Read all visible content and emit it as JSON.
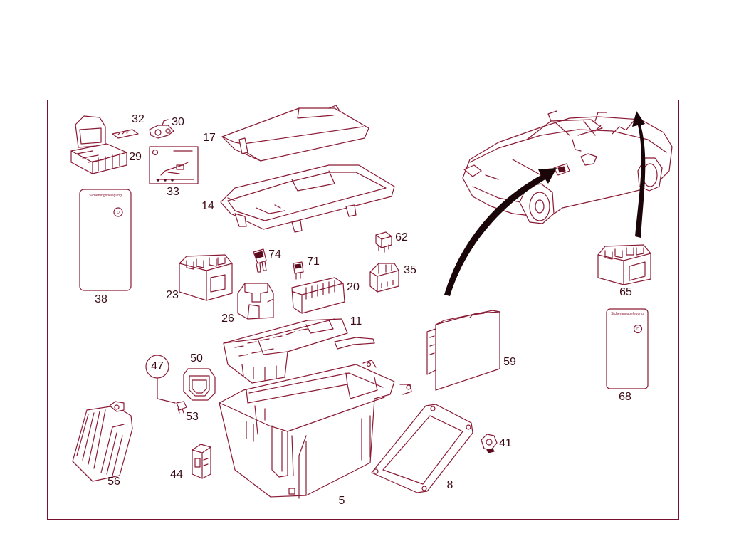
{
  "diagram": {
    "part_labels": {
      "p5": "5",
      "p8": "8",
      "p11": "11",
      "p14": "14",
      "p17": "17",
      "p20": "20",
      "p23": "23",
      "p26": "26",
      "p29": "29",
      "p30": "30",
      "p32": "32",
      "p33": "33",
      "p35": "35",
      "p38": "38",
      "p41": "41",
      "p44": "44",
      "p47": "47",
      "p50": "50",
      "p53": "53",
      "p56": "56",
      "p59": "59",
      "p62": "62",
      "p65": "65",
      "p68": "68",
      "p71": "71",
      "p74": "74"
    },
    "card_heading": "Sicherungsbelegung",
    "card_badge": "D",
    "colors": {
      "line": "#8a1a34",
      "frame": "#7a1030",
      "label": "#3a0a14"
    }
  }
}
